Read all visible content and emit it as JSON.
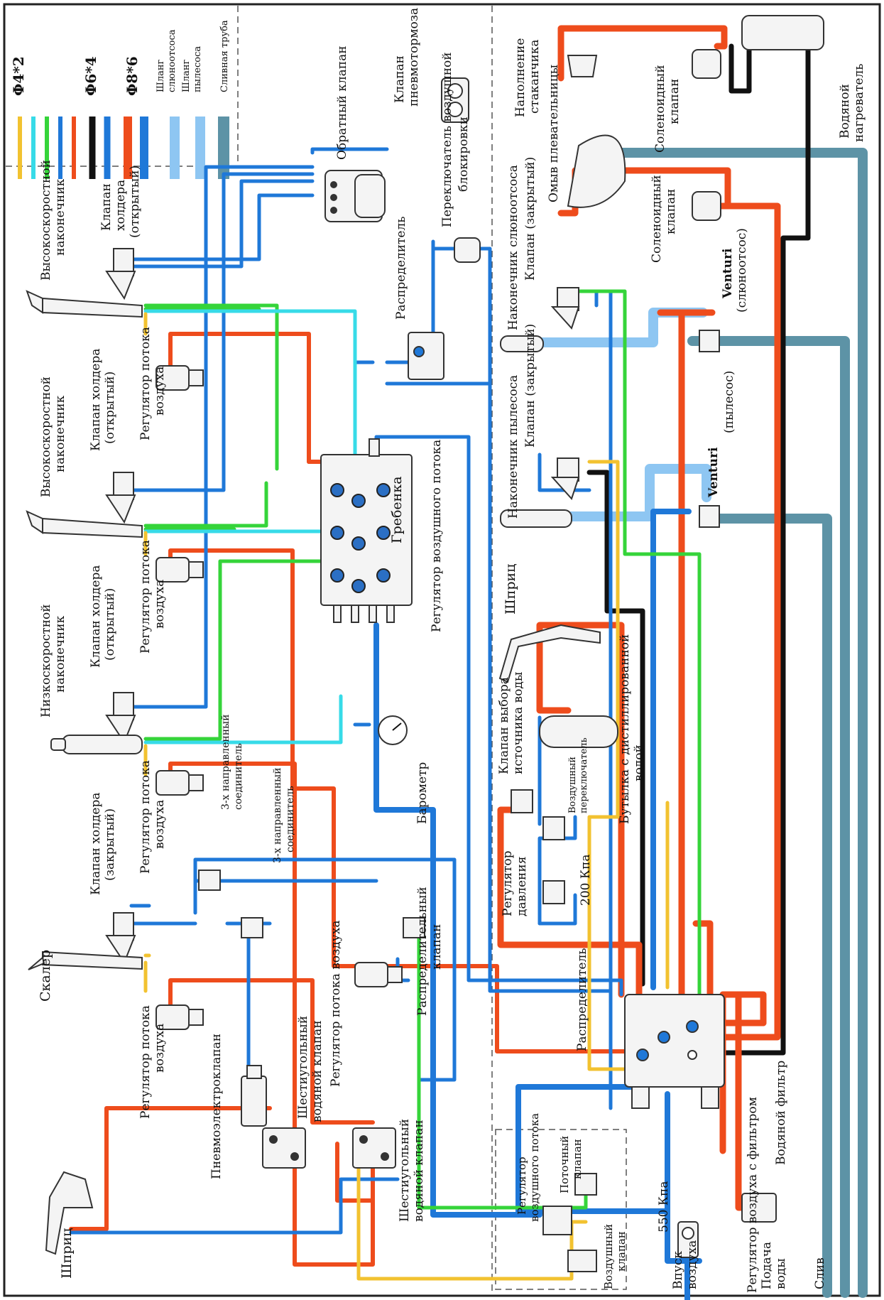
{
  "colors": {
    "border": "#222222",
    "yellow": "#f2c230",
    "cyan": "#37dbe8",
    "green": "#35d43a",
    "orange": "#ee4c1c",
    "blue": "#1f78d8",
    "black": "#111111",
    "light_blue": "#8ec6f2",
    "drain": "#5d93a6",
    "component_fill": "#f4f4f4",
    "component_stroke": "#333333"
  },
  "legend": {
    "items": [
      {
        "label": "Φ4*2",
        "colors": [
          "#f2c230",
          "#37dbe8",
          "#35d43a",
          "#1f78d8",
          "#ee4c1c"
        ]
      },
      {
        "label": "Φ6*4",
        "colors": [
          "#111111",
          "#1f78d8"
        ]
      },
      {
        "label": "Φ8*6",
        "colors": [
          "#ee4c1c",
          "#1f78d8"
        ]
      }
    ],
    "hose_suction_line1": "Шланг",
    "hose_suction_line2": "слюноотсоса",
    "hose_vacuum_line1": "Шланг",
    "hose_vacuum_line2": "пылесоса",
    "drain_pipe": "Сливная труба"
  },
  "labels": {
    "check_valve": "Обратный клапан",
    "brake_valve_line1": "Клапан",
    "brake_valve_line2": "пневмотормоза",
    "lock_switch_line1": "Переключатель воздушной",
    "lock_switch_line2": "блокировки",
    "distributor_top": "Распределитель",
    "manifold": "Гребенка",
    "air_flow_regulator_right": "Регулятор воздушного потока",
    "barometer": "Барометр",
    "hs_handpiece_1_line1": "Высокоскоростной",
    "hs_handpiece_1_line2": "наконечник",
    "holder_valve_open_1_line1": "Клапан",
    "holder_valve_open_1_line2": "холдера",
    "holder_valve_open_1_line3": "(открытый)",
    "flow_reg_1_line1": "Регулятор потока",
    "flow_reg_1_line2": "воздуха",
    "hs_handpiece_2_line1": "Высокоскоростной",
    "hs_handpiece_2_line2": "наконечник",
    "holder_valve_open_2_line1": "Клапан холдера",
    "holder_valve_open_2_line2": "(открытый)",
    "flow_reg_2_line1": "Регулятор потока",
    "flow_reg_2_line2": "воздуха",
    "ls_handpiece_line1": "Низкоскоростной",
    "ls_handpiece_line2": "наконечник",
    "holder_valve_open_3_line1": "Клапан холдера",
    "holder_valve_open_3_line2": "(открытый)",
    "flow_reg_3_line1": "Регулятор потока",
    "flow_reg_3_line2": "воздуха",
    "scaler": "Скалер",
    "holder_valve_closed_line1": "Клапан холдера",
    "holder_valve_closed_line2": "(закрытый)",
    "flow_reg_4_line1": "Регулятор потока",
    "flow_reg_4_line2": "воздуха",
    "syringe_left": "Шприц",
    "pneumo_valve": "Пневмоэлектроклапан",
    "tee_1_line1": "3-х направленный",
    "tee_1_line2": "соединитель",
    "tee_2_line1": "3-х направленный",
    "tee_2_line2": "соединитель",
    "six_way_1_line1": "Шестиугольный",
    "six_way_1_line2": "водяной клапан",
    "flow_reg_center": "Регулятор потока воздуха",
    "six_way_2_line1": "Шестиугольный",
    "six_way_2_line2": "водяной клапан",
    "distrib_valve_line1": "Распределительный",
    "distrib_valve_line2": "клапан",
    "air_flow_reg_box_line1": "Регулятор",
    "air_flow_reg_box_line2": "воздушного потока",
    "flow_valve_line1": "Поточный",
    "flow_valve_line2": "клапан",
    "air_valve_line1": "Воздушный",
    "air_valve_line2": "клапан",
    "cup_fill_line1": "Наполнение",
    "cup_fill_line2": "стаканчика",
    "solenoid_1_line1": "Соленоидный",
    "solenoid_1_line2": "клапан",
    "water_heater_line1": "Водяной",
    "water_heater_line2": "нагреватель",
    "spittoon_wash": "Омыв плевательницы",
    "saliva_tip": "Наконечник слюноотсоса",
    "valve_closed_1": "Клапан (закрытый)",
    "solenoid_2_line1": "Соленоидный",
    "solenoid_2_line2": "клапан",
    "venturi_1_line1": "Venturi",
    "venturi_1_line2": "(слюноотсос)",
    "vacuum_tip": "Наконечник пылесоса",
    "valve_closed_2": "Клапан (закрытый)",
    "venturi_2_line1": "Venturi",
    "venturi_2_line2": "(пылесос)",
    "syringe_right": "Шприц",
    "water_source_valve_line1": "Клапан выбора",
    "water_source_valve_line2": "источника воды",
    "air_switch_line1": "Воздушный",
    "air_switch_line2": "переключатель",
    "distilled_bottle_line1": "Бутылка с дистиллированной",
    "distilled_bottle_line2": "водой",
    "pressure_reg_line1": "Регулятор",
    "pressure_reg_line2": "давления",
    "kpa_200": "200 Кпа",
    "distributor_bottom": "Распределитель",
    "air_reg_filter": "Регулятор воздуха с фильтром",
    "water_filter": "Водяной фильтр",
    "kpa_550": "550 Кпа",
    "air_inlet_line1": "Впуск",
    "air_inlet_line2": "воздуха",
    "water_supply_line1": "Подача",
    "water_supply_line2": "воды",
    "drain": "Слив"
  }
}
